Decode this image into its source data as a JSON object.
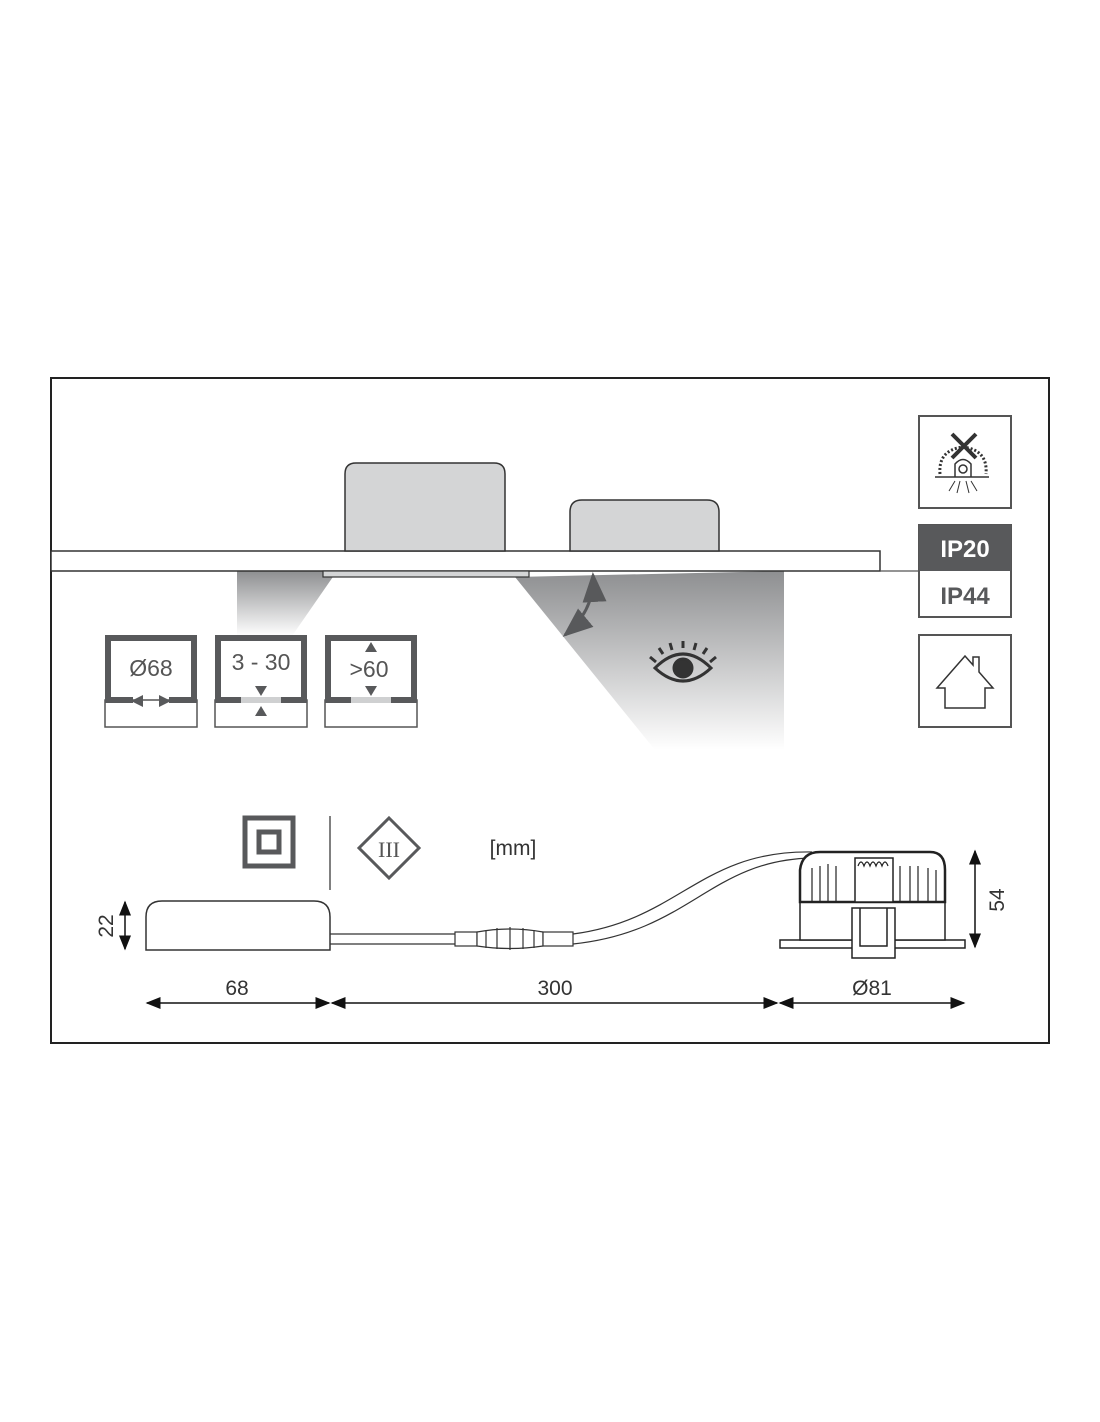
{
  "colors": {
    "frame": "#222222",
    "housing": "#d4d5d6",
    "dark_gray": "#58595b",
    "light_gray": "#cfd0d1"
  },
  "mounting_boxes": [
    {
      "label": "Ø68",
      "icon": "cutout-diameter-icon"
    },
    {
      "label": "3 - 30",
      "icon": "ceiling-thickness-icon"
    },
    {
      "label": ">60",
      "icon": "installation-depth-icon"
    }
  ],
  "badges": {
    "ip_active": "IP20",
    "ip_inactive": "IP44",
    "insulation_icon": "no-insulation-cover-icon",
    "indoor_icon": "house-icon"
  },
  "symbols": {
    "class2_icon": "protection-class-ii-icon",
    "class3_label": "III",
    "unit": "[mm]",
    "eye_icon": "glare-eye-icon",
    "tilt_icon": "tilt-arrow-icon"
  },
  "dimensions": {
    "driver_height": "22",
    "driver_length": "68",
    "cable_length": "300",
    "luminaire_diameter": "Ø81",
    "luminaire_height": "54"
  }
}
